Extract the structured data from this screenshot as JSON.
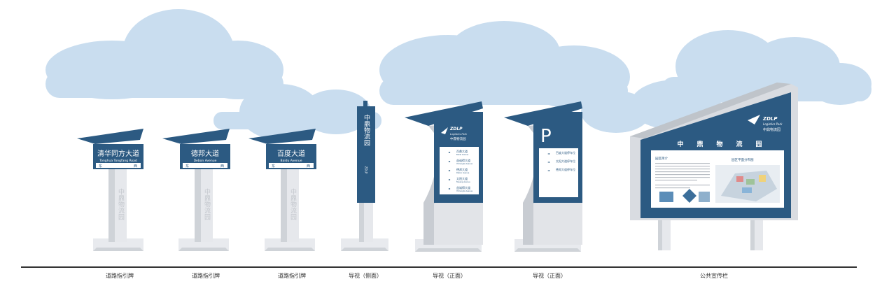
{
  "colors": {
    "navy": "#2c5a82",
    "cloud": "#c8def0",
    "post": "#e4e6ea",
    "post_shadow": "#c9cdd3",
    "ground": "#333333"
  },
  "road_signs": [
    {
      "name_cn": "清华同方大道",
      "name_en": "Tonghua Tongfang Road",
      "east": "东",
      "west": "西",
      "post_text": "中鼎物流园",
      "caption": "道路指引牌"
    },
    {
      "name_cn": "德邦大道",
      "name_en": "Debon Avenue",
      "east": "东",
      "west": "西",
      "post_text": "中鼎物流园",
      "caption": "道路指引牌"
    },
    {
      "name_cn": "百度大道",
      "name_en": "Baidu Avenue",
      "east": "东",
      "west": "西",
      "post_text": "中鼎物流园",
      "caption": "道路指引牌"
    }
  ],
  "side_sign": {
    "vertical_text": "中鼎物流园",
    "en_text": "ZDLP",
    "caption": "导视（侧面）"
  },
  "front_sign_1": {
    "logo": "ZDLP",
    "logo_sub": "Logistics Park",
    "logo_cn": "中鼎物流园",
    "items": [
      "百鼎大道",
      "益诚得大道",
      "德邦大道",
      "太阳大道",
      "益诚得大道"
    ],
    "items_en": [
      "Baidu Avenue",
      "Yichengde Avenue",
      "Debon Avenue",
      "Taiyang Avenue",
      "Yichengde Avenue"
    ],
    "caption": "导视（正面）"
  },
  "front_sign_2": {
    "letter": "P",
    "items": [
      "百度大道停车位",
      "太阳大道停车位",
      "德邦大道停车位"
    ],
    "caption": "导视（正面）"
  },
  "billboard": {
    "logo": "ZDLP",
    "logo_sub": "Logistics Park",
    "logo_cn": "中鼎物流园",
    "title_chars": [
      "中",
      "鼎",
      "物",
      "流",
      "园"
    ],
    "intro_title": "园区简介",
    "map_title": "园区平面分布图",
    "caption": "公共宣传栏"
  }
}
